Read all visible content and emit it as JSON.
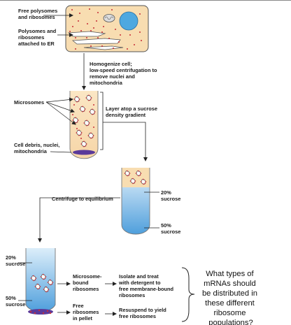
{
  "colors": {
    "cell_fill": "#f8ddb1",
    "cell_stroke": "#555555",
    "ribosome": "#c8303a",
    "nucleus": "#4ea8e0",
    "sucrose_top": "#d7ebfa",
    "sucrose_bottom": "#4f9fdc",
    "debris": "#5a3a9a",
    "tube_outline": "#777777"
  },
  "labels": {
    "free_polysomes": [
      "Free polysomes",
      "and ribosomes"
    ],
    "er_polysomes": [
      "Polysomes and",
      "ribosomes",
      "attached to ER"
    ],
    "step_homogenize": [
      "Homogenize cell;",
      "low-speed centrifugation to",
      "remove nuclei and",
      "mitochondria"
    ],
    "microsomes": "Microsomes",
    "layer_sucrose": [
      "Layer atop a sucrose",
      "density gradient"
    ],
    "cell_debris": [
      "Cell debris, nuclei,",
      "mitochondria"
    ],
    "sucrose_20_tube2": [
      "20%",
      "sucrose"
    ],
    "sucrose_50_tube2": [
      "50%",
      "sucrose"
    ],
    "centrifuge": "Centrifuge to equilibrium",
    "sucrose_20_tube3": [
      "20%",
      "sucrose"
    ],
    "sucrose_50_tube3": [
      "50%",
      "sucrose"
    ],
    "microsome_bound": [
      "Microsome-",
      "bound",
      "ribosomes"
    ],
    "isolate_treat": [
      "Isolate and treat",
      "with detergent to",
      "free membrane-bound",
      "ribosomes"
    ],
    "free_ribosomes_pellet": [
      "Free",
      "ribosomes",
      "in pellet"
    ],
    "resuspend": [
      "Resuspend to yield",
      "free ribosomes"
    ]
  },
  "question": [
    "What types of",
    "mRNAs should",
    "be distributed in",
    "these different",
    "ribosome",
    "populations?"
  ]
}
